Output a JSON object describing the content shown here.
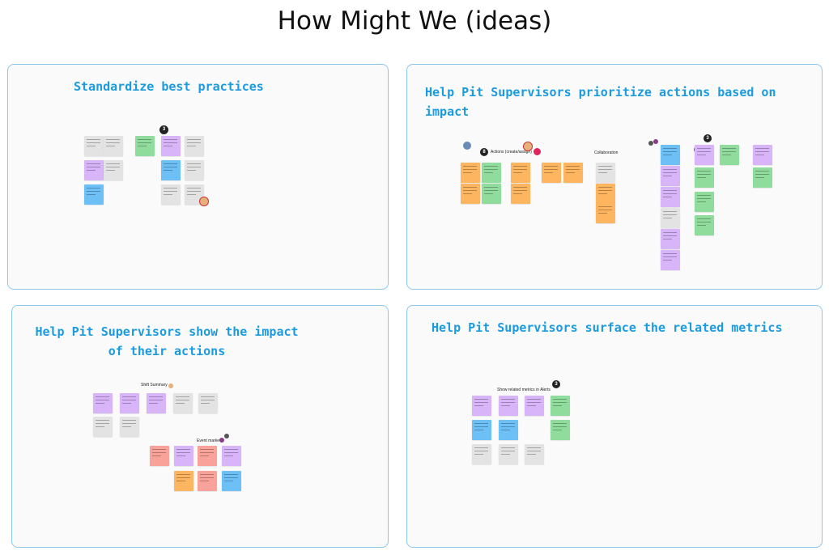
{
  "board": {
    "title": "How Might We (ideas)"
  },
  "sections": [
    {
      "title": "Standardize best practices"
    },
    {
      "title": "Help Pit Supervisors prioritize actions based on impact"
    },
    {
      "title": "Help Pit Supervisors show the impact of their actions"
    },
    {
      "title": "Help Pit Supervisors surface the related metrics"
    }
  ],
  "labels": {
    "actions_header": "Actions (create/assign)",
    "collaboration": "Collaboration",
    "shift_summary": "Shift Summary",
    "event_marker": "Event marker",
    "show_metrics": "Show related metrics in Alerts"
  },
  "colors": {
    "accent": "#1a9be0",
    "border": "#8cc8ee",
    "gray": "#e3e3e3",
    "purple": "#d8b4f8",
    "green": "#8fdc9c",
    "blue": "#6cc0f5",
    "orange": "#fdb55f",
    "red": "#f8a29a"
  }
}
